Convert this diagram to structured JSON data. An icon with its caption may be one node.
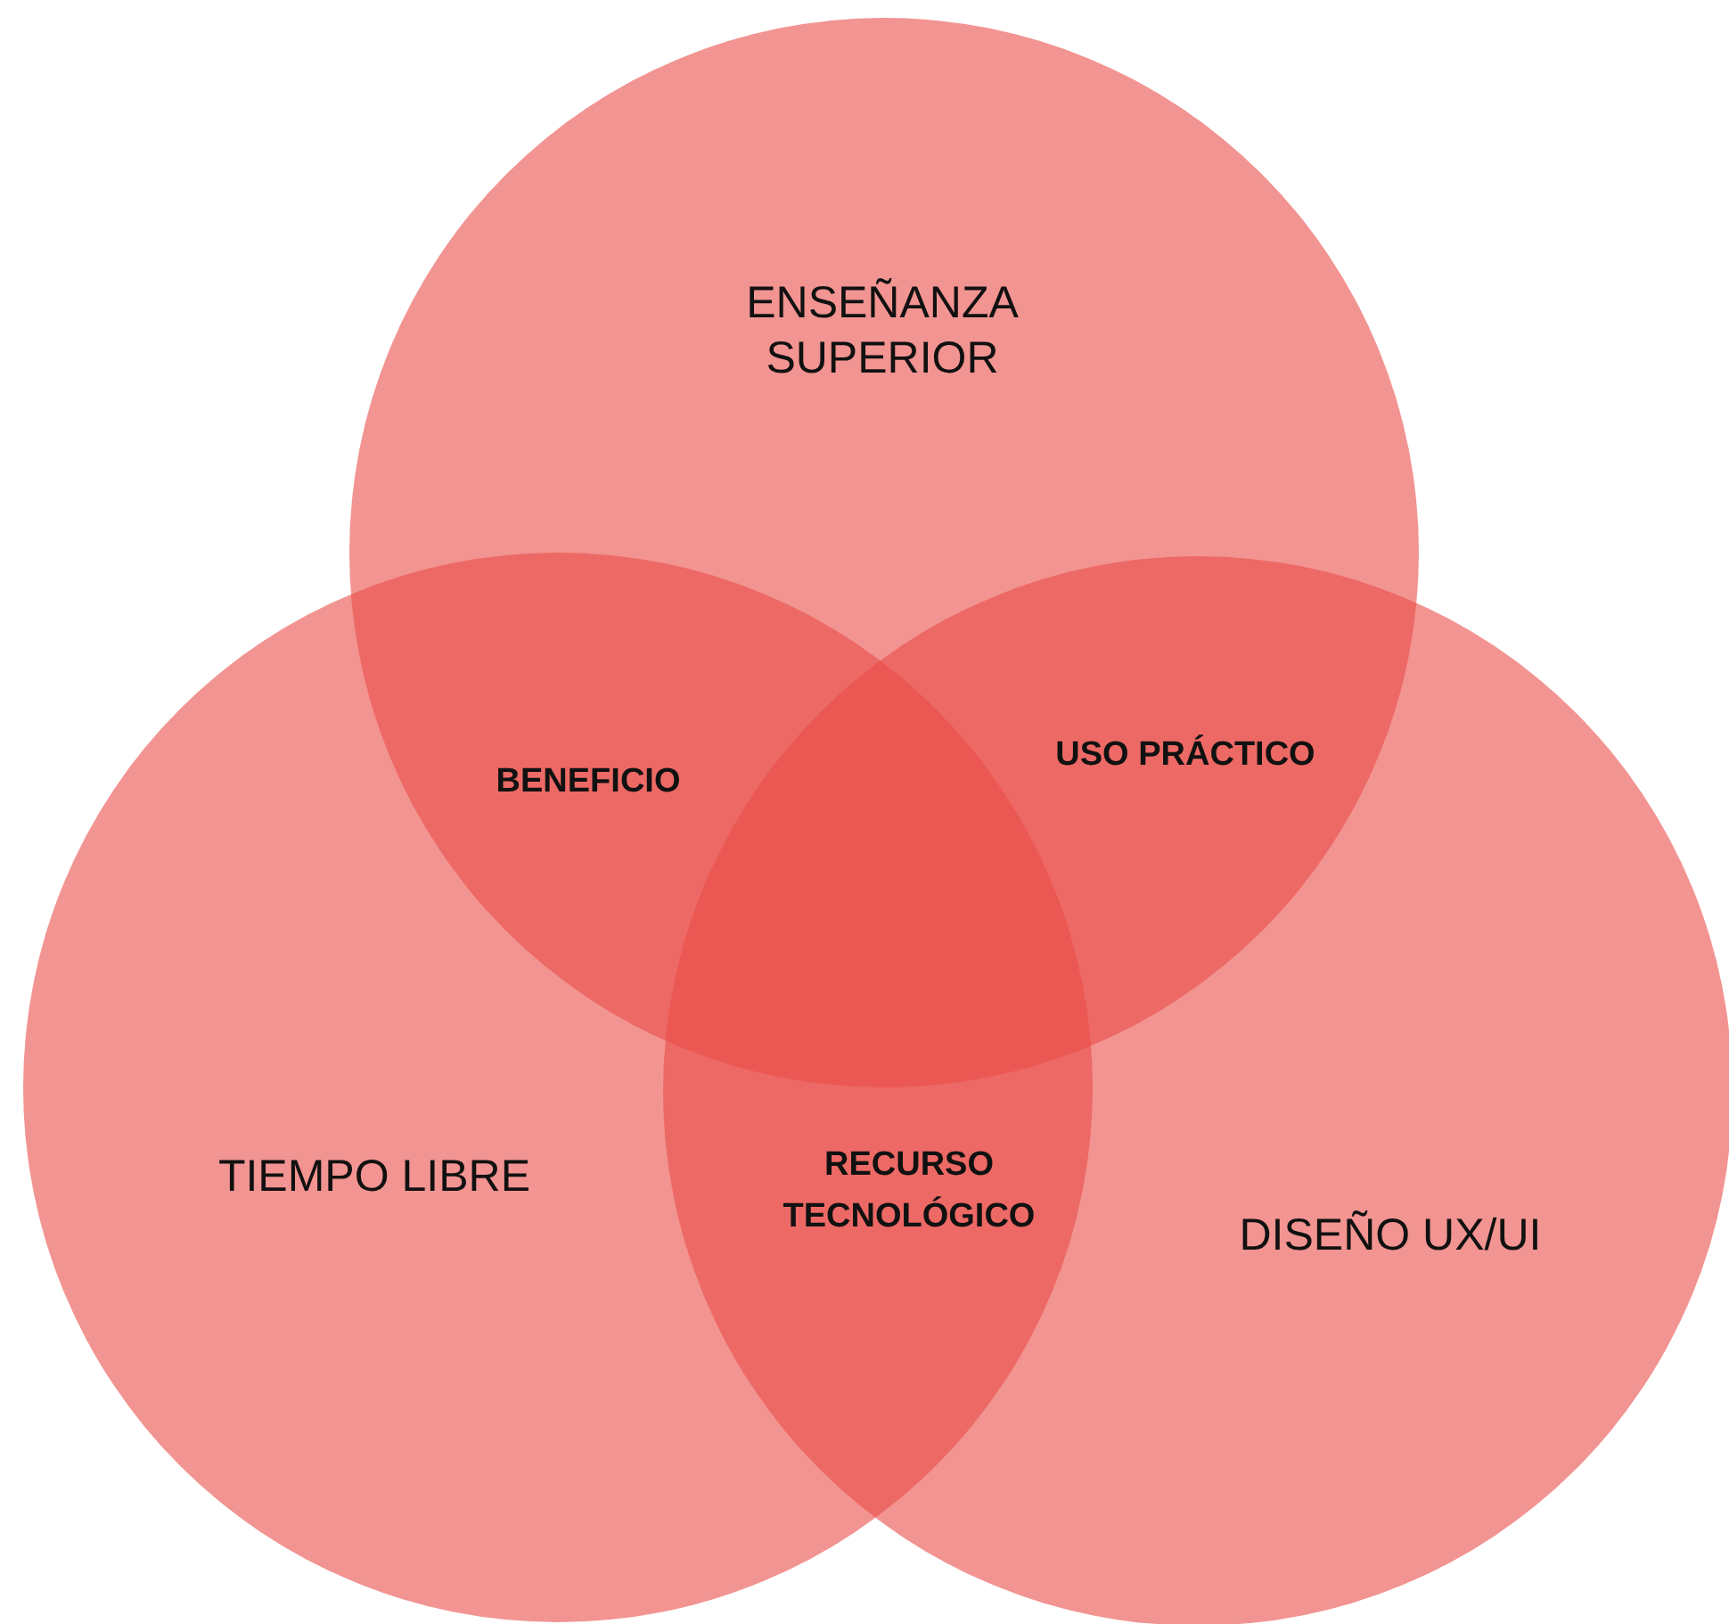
{
  "diagram": {
    "nodes": [
      {
        "text": [
          "ENSEÑANZA SUPERIOR"
        ]
      },
      {
        "text": [
          "TIEMPO LIBRE"
        ]
      },
      {
        "text": [
          "DISEÑO UX/UI"
        ]
      }
    ],
    "labels": [
      "BENEFICIO",
      "USO PRÁCTICO",
      "RECURSO TECNOLÓGICO"
    ]
  }
}
